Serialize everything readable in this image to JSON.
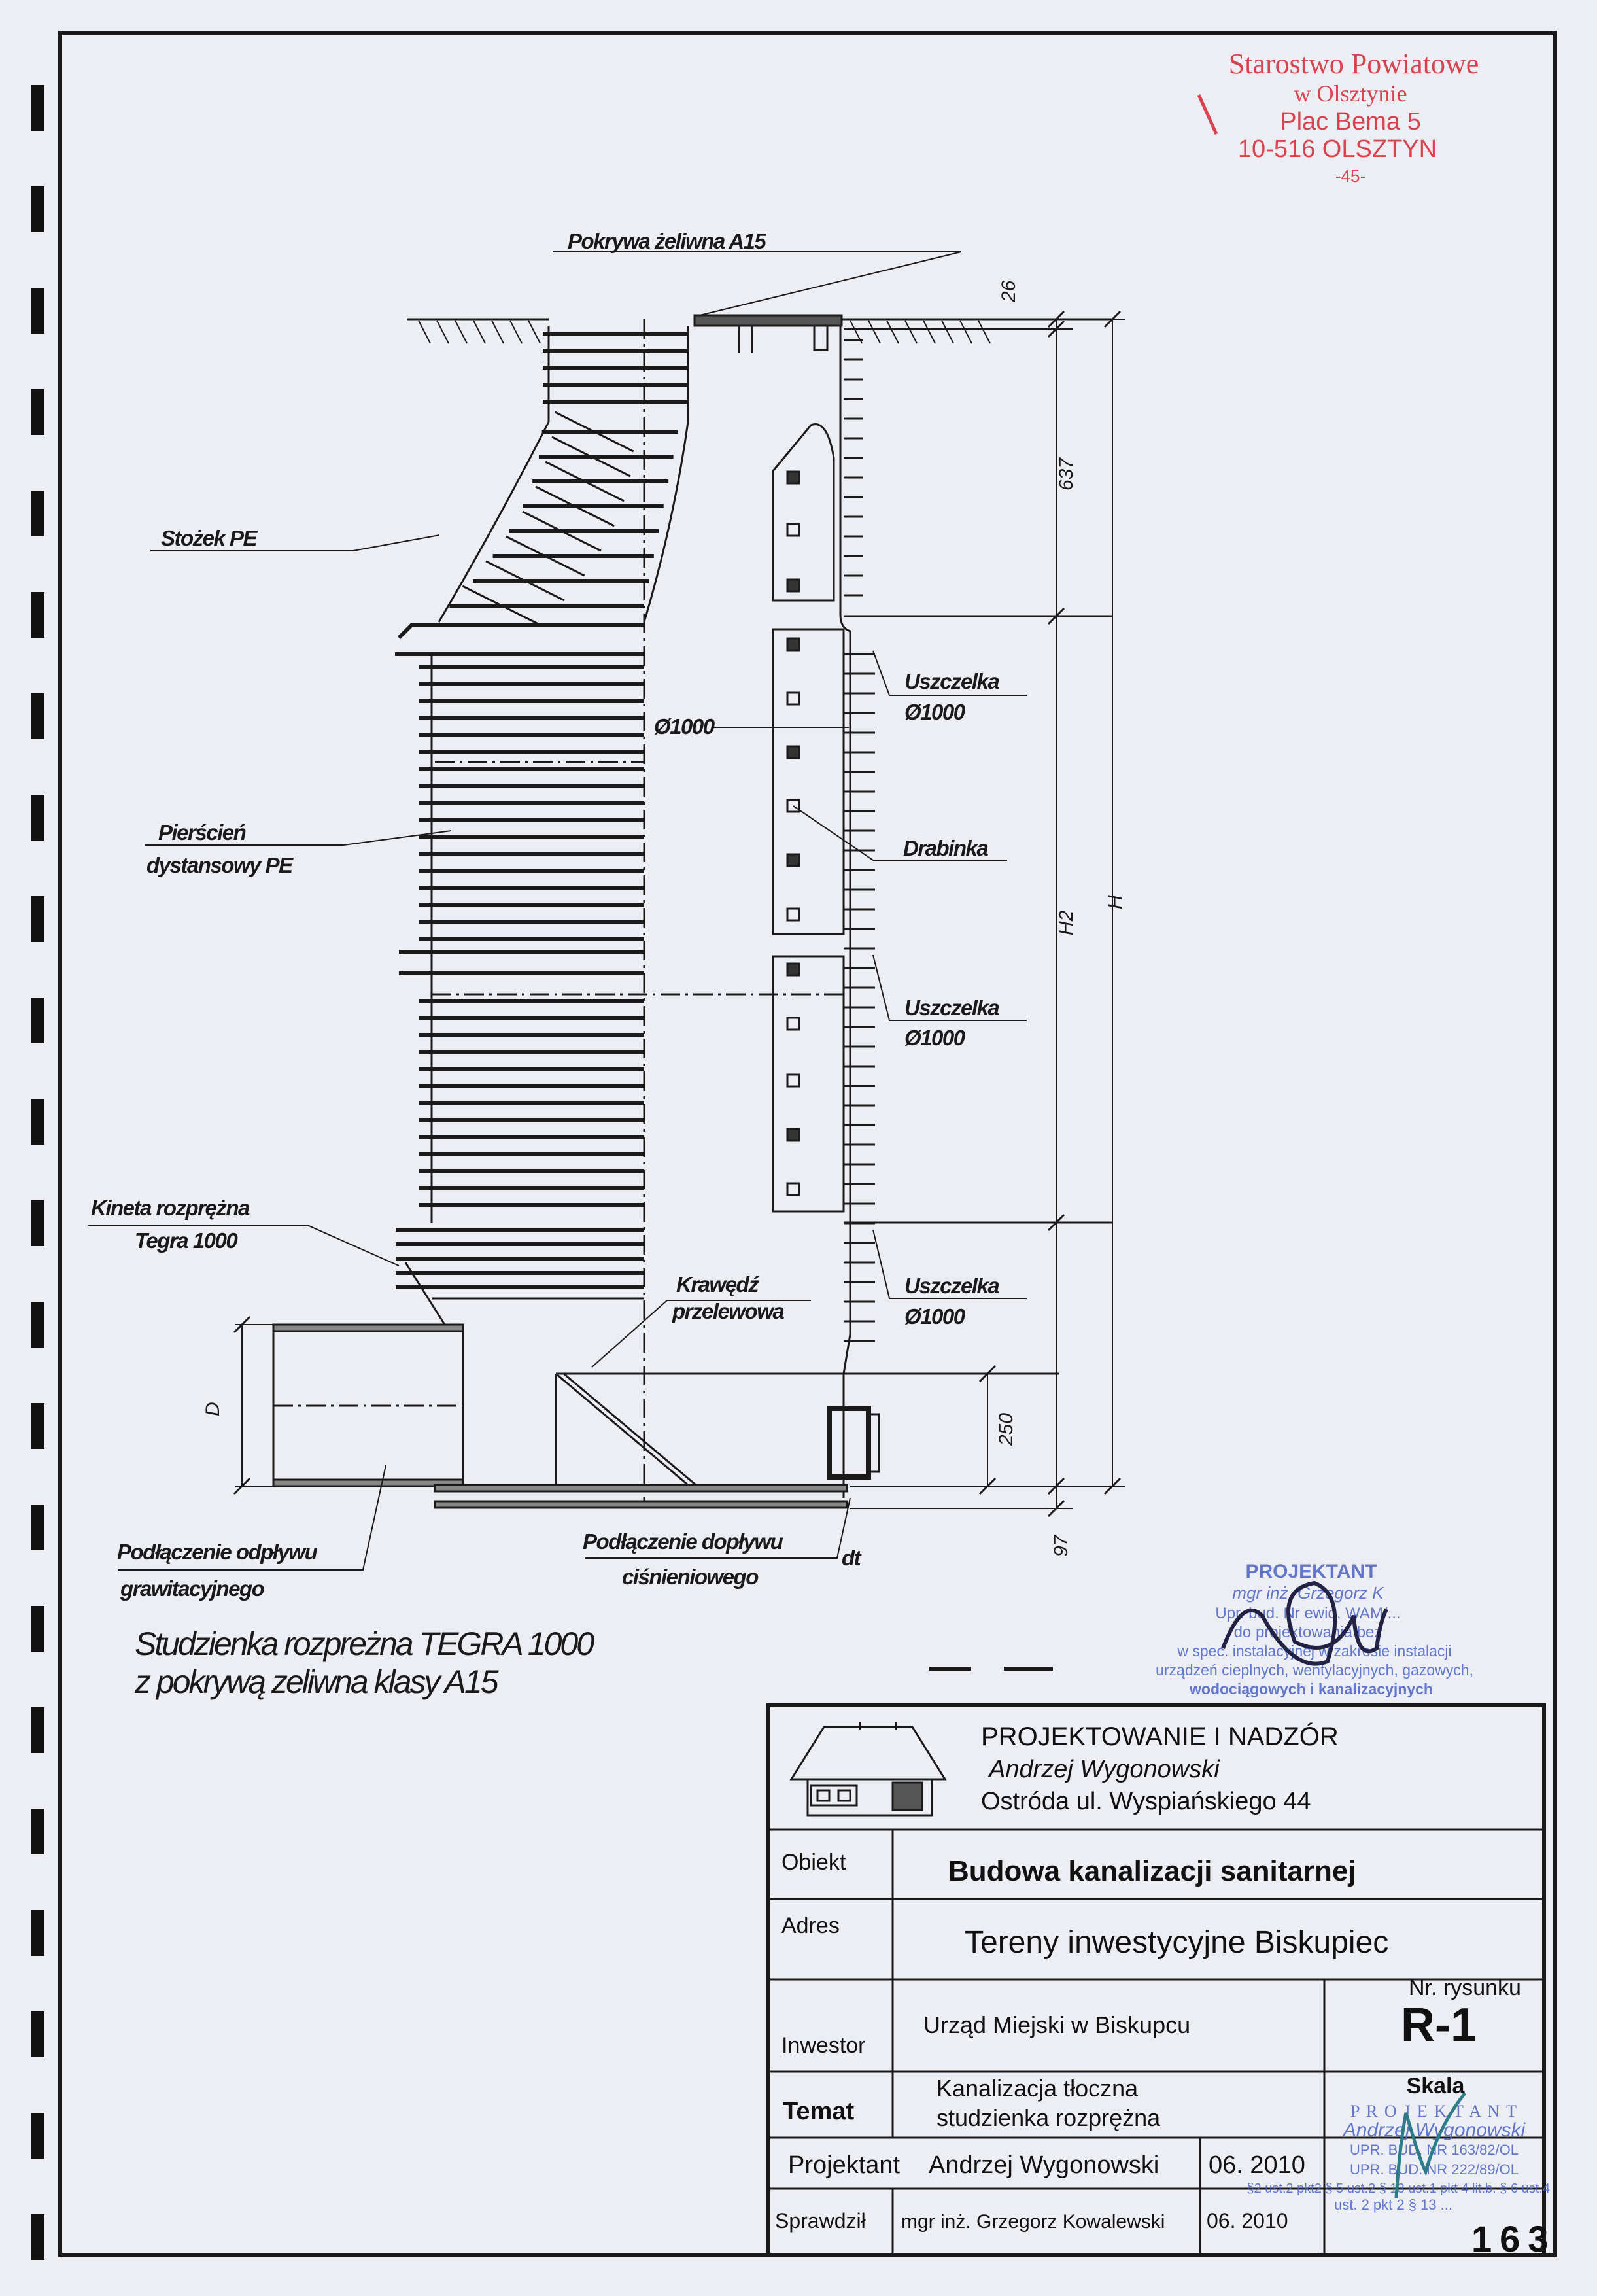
{
  "stamp_top": {
    "line1": "Starostwo Powiatowe",
    "line2": "w Olsztynie",
    "line3": "Plac Bema 5",
    "line4": "10-516 OLSZTYN",
    "number": "-45-"
  },
  "drawing": {
    "labels": {
      "cover": "Pokrywa żeliwna A15",
      "cone": "Stożek PE",
      "diameter": "Ø1000",
      "seal1_a": "Uszczelka",
      "seal1_b": "Ø1000",
      "ring_a": "Pierścień",
      "ring_b": "dystansowy PE",
      "ladder": "Drabinka",
      "seal2_a": "Uszczelka",
      "seal2_b": "Ø1000",
      "kineta_a": "Kineta rozprężna",
      "kineta_b": "Tegra 1000",
      "overflow_a": "Krawędź",
      "overflow_b": "przelewowa",
      "seal3_a": "Uszczelka",
      "seal3_b": "Ø1000",
      "outlet_a": "Podłączenie odpływu",
      "outlet_b": "grawitacyjnego",
      "inlet_a": "Podłączenie dopływu",
      "inlet_b": "ciśnieniowego",
      "dt": "dt"
    },
    "dimensions": {
      "d26": "26",
      "d637": "637",
      "h2": "H2",
      "h": "H",
      "d250": "250",
      "d97": "97",
      "D": "D"
    },
    "caption_line1": "Studzienka rozpreżna TEGRA 1000",
    "caption_line2": "z pokrywą zeliwna klasy A15"
  },
  "designer_stamp": {
    "title": "PROJEKTANT",
    "line1": "mgr inż. Grzegorz K",
    "line2": "Upr. bud. Nr ewid. WAM/...",
    "line3": "do projektowania bez",
    "line4": "w spec. instalacyjnej w zakresie instalacji",
    "line5": "urządzeń cieplnych, wentylacyjnych, gazowych,",
    "line6": "wodociągowych i kanalizacyjnych"
  },
  "title_block": {
    "company": "PROJEKTOWANIE I NADZÓR",
    "owner": "Andrzej Wygonowski",
    "address": "Ostróda ul. Wyspiańskiego 44",
    "obiekt_label": "Obiekt",
    "obiekt_value": "Budowa kanalizacji sanitarnej",
    "adres_label": "Adres",
    "adres_value": "Tereny inwestycyjne Biskupiec",
    "inwestor_label": "Inwestor",
    "inwestor_value": "Urząd Miejski w Biskupcu",
    "drawing_no_label": "Nr. rysunku",
    "drawing_no": "R-1",
    "temat_label": "Temat",
    "temat_line1": "Kanalizacja tłoczna",
    "temat_line2": "studzienka rozprężna",
    "scale_label": "Skala",
    "projektant_label": "Projektant",
    "projektant_name": "Andrzej Wygonowski",
    "projektant_date": "06. 2010",
    "sprawdzil_label": "Sprawdził",
    "sprawdzil_name": "mgr inż. Grzegorz Kowalewski",
    "sprawdzil_date": "06. 2010",
    "page_number": "163"
  },
  "author_stamp": {
    "title": "P R O J E K T A N T",
    "name": "Andrzej Wygonowski",
    "line1": "UPR. BUD. NR 163/82/OL",
    "line2": "§2 ust.2 pkt2 § 5 ust.2 § 13 ust.1 pkt 4 lit.b. § 6 ust.4",
    "line3": "UPR. BUD. NR 222/89/OL",
    "line4": "ust. 2 pkt 2 § 13 ..."
  },
  "colors": {
    "paper": "#eceef4",
    "ink": "#1a1a1a",
    "stamp_red": "#d9434f",
    "stamp_blue": "#4a63c4"
  }
}
